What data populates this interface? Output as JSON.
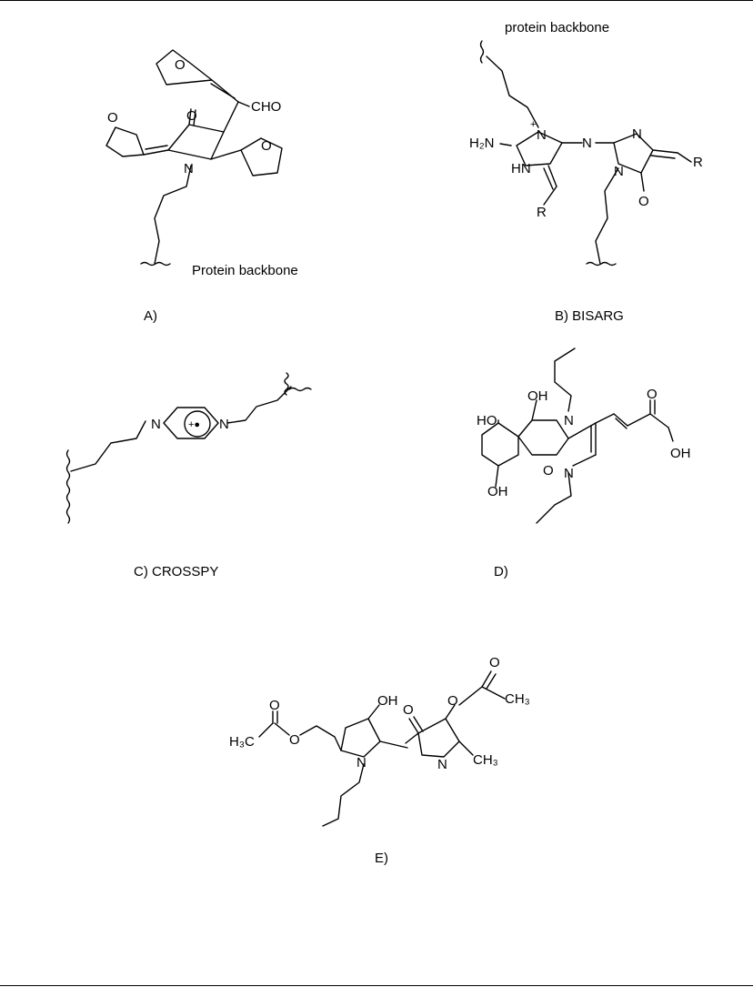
{
  "captions": {
    "a": "A)",
    "b": "B) BISARG",
    "c": "C) CROSSPY",
    "d": "D)",
    "e": "E)"
  },
  "annotations": {
    "a_backbone": "Protein backbone",
    "b_backbone": "protein backbone"
  },
  "atoms": {
    "o": "O",
    "n": "N",
    "cho": "CHO",
    "h2n": "H₂N",
    "n_plus": "+",
    "hn": "HN",
    "r": "R",
    "oh": "OH",
    "ho": "HO",
    "plus_dot": "+●",
    "ch3": "CH₃",
    "h3c": "H₃C"
  },
  "colors": {
    "ink": "#000000",
    "background": "#ffffff"
  }
}
